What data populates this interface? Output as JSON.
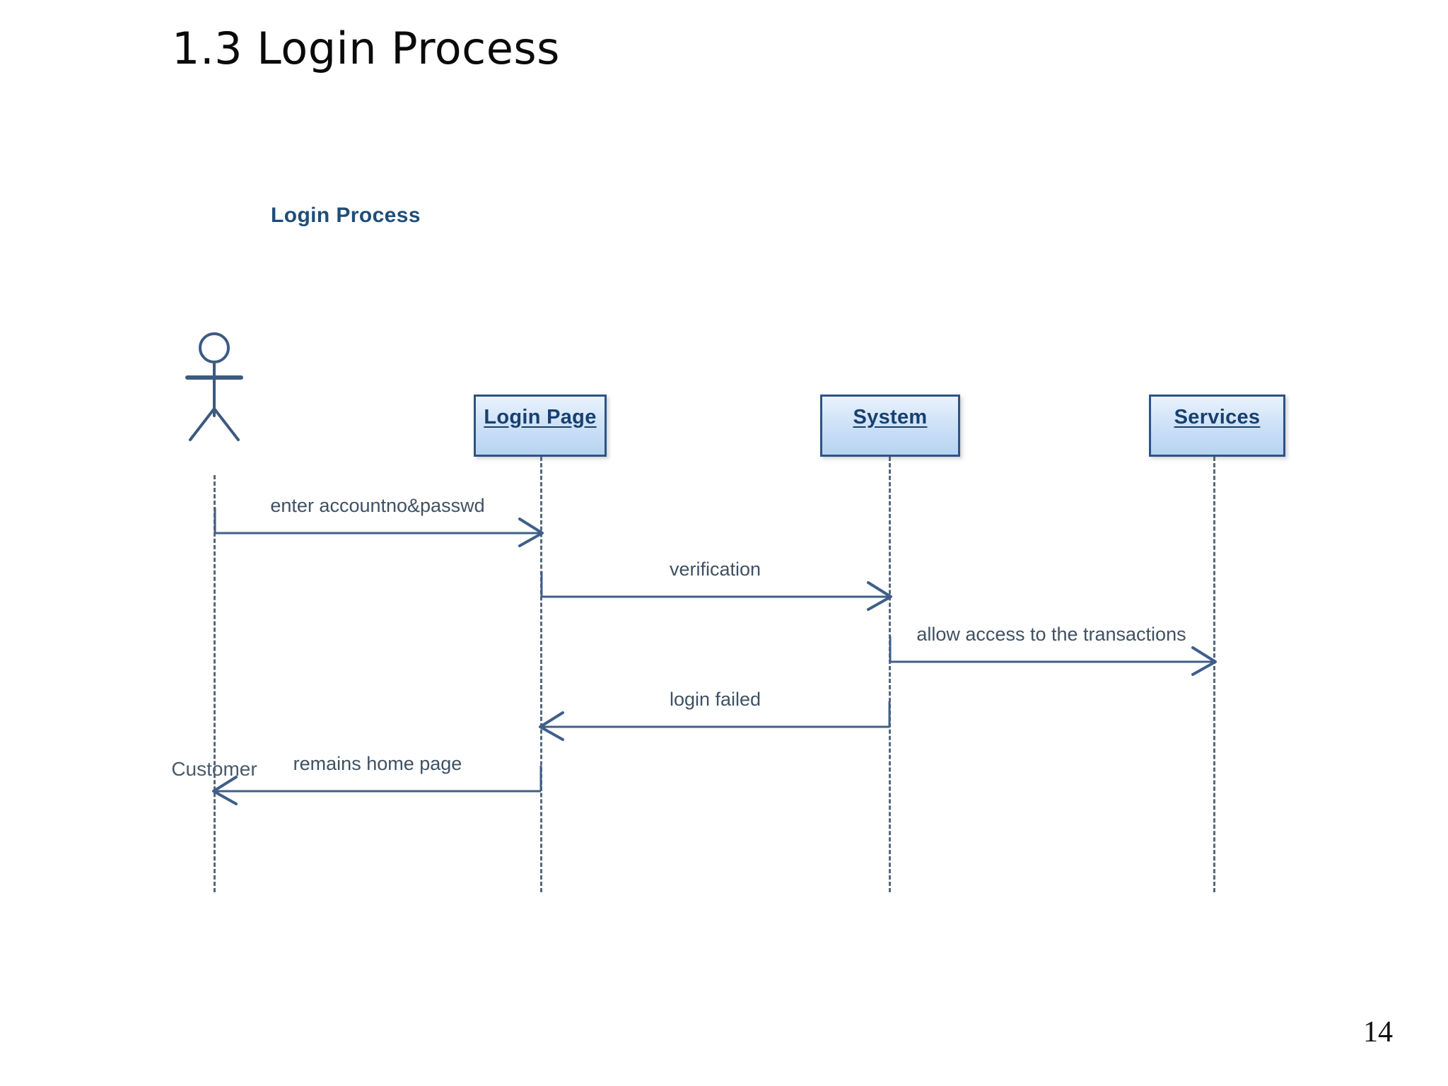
{
  "slide": {
    "title": "1.3 Login Process",
    "page_number": "14"
  },
  "diagram": {
    "title": "Login Process",
    "type": "uml-sequence-diagram",
    "colors": {
      "box_border": "#2e5384",
      "box_fill_top": "#eaf3fd",
      "box_fill_bottom": "#b7d3f1",
      "box_text": "#17406e",
      "diagram_title": "#1f4e79",
      "lifeline": "#56687d",
      "message_line": "#3f5f8a",
      "message_text": "#3f5163",
      "actor": "#3d5a80",
      "actor_label": "#4a5a6a"
    },
    "actor": {
      "name": "Customer",
      "icon": "stick-figure-actor-icon"
    },
    "participants": [
      {
        "name": "Login Page"
      },
      {
        "name": "System"
      },
      {
        "name": "Services"
      }
    ],
    "messages": [
      {
        "label": "enter accountno&passwd",
        "from": "Customer",
        "to": "Login Page",
        "direction": "right"
      },
      {
        "label": "verification",
        "from": "Login Page",
        "to": "System",
        "direction": "right"
      },
      {
        "label": "allow access to the transactions",
        "from": "System",
        "to": "Services",
        "direction": "right"
      },
      {
        "label": "login failed",
        "from": "System",
        "to": "Login Page",
        "direction": "left"
      },
      {
        "label": "remains home page",
        "from": "Login Page",
        "to": "Customer",
        "direction": "left"
      }
    ]
  }
}
